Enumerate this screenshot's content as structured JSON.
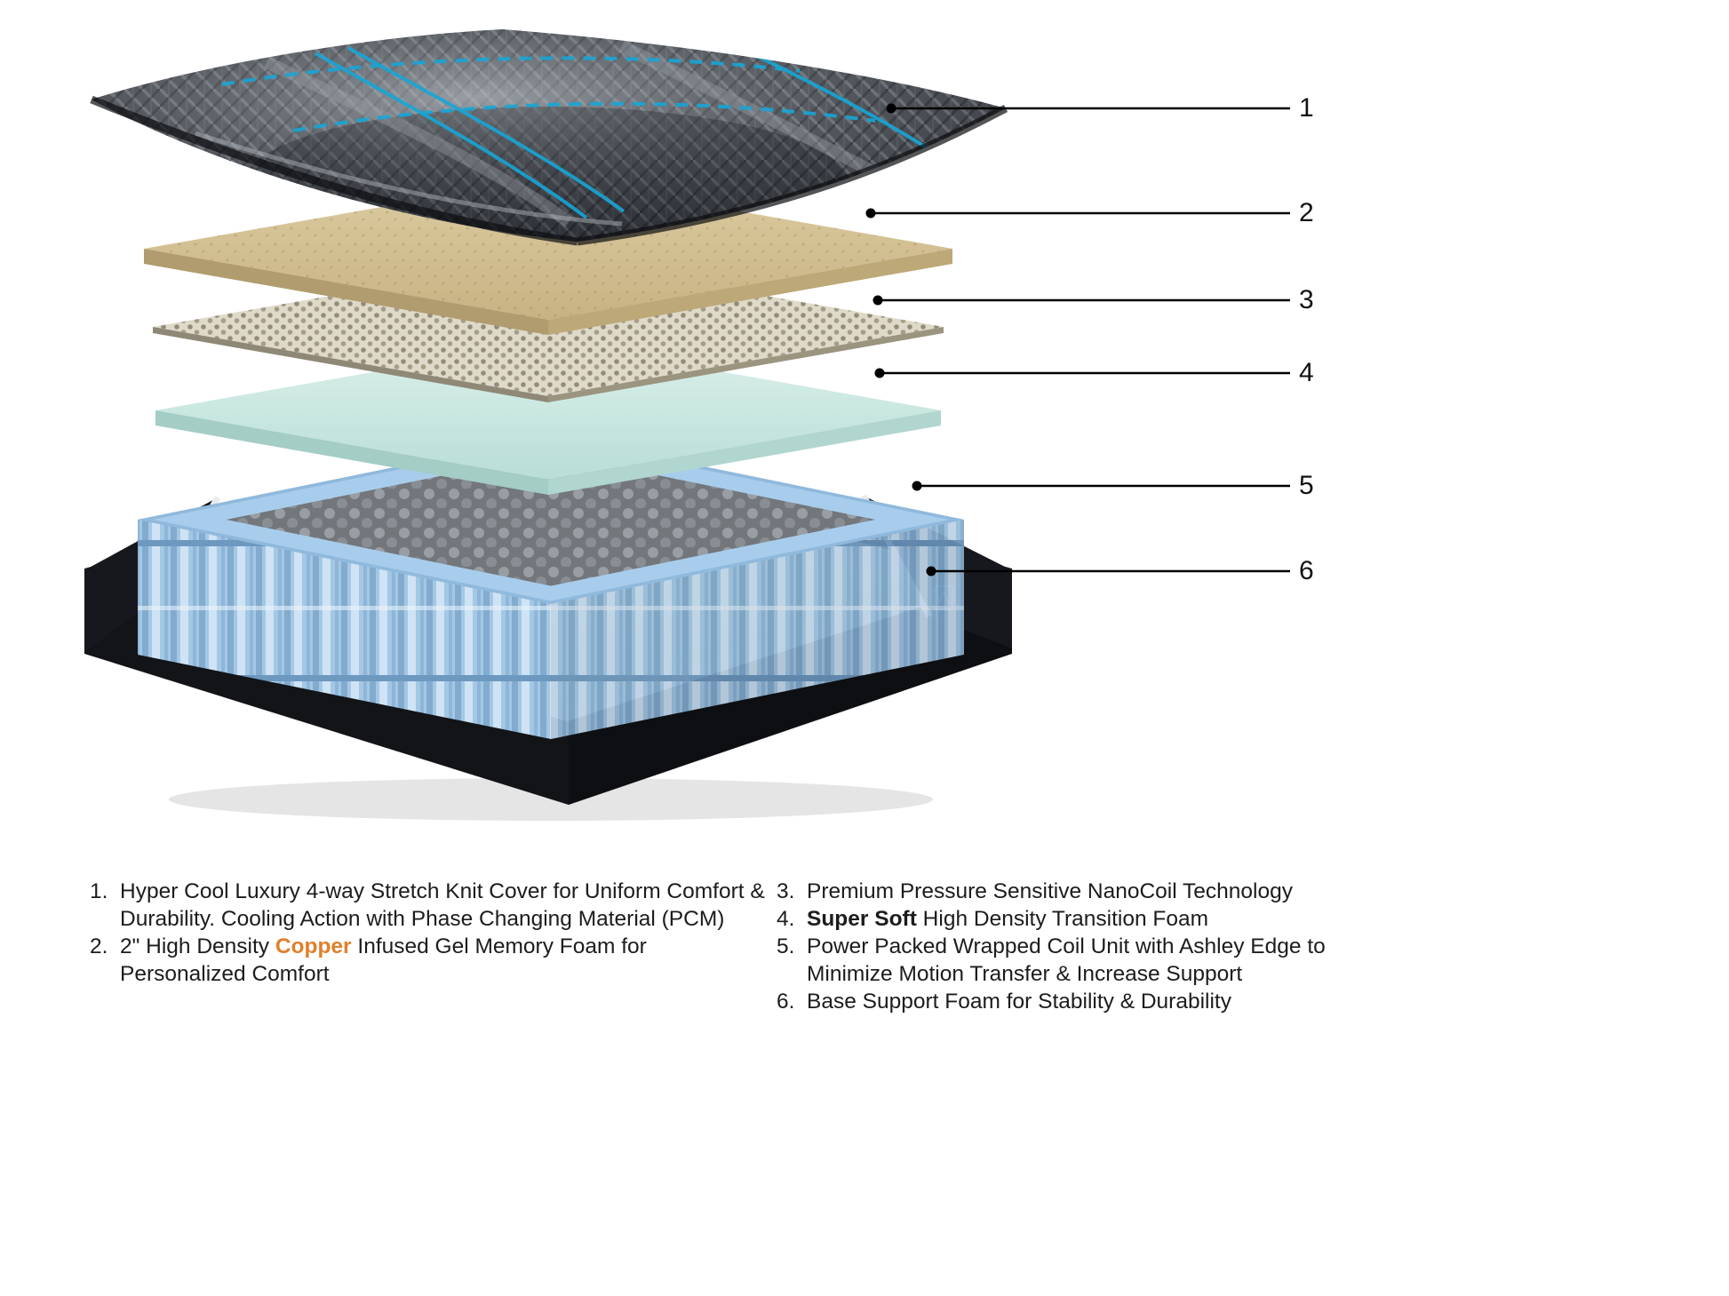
{
  "callouts": [
    {
      "num": "1"
    },
    {
      "num": "2"
    },
    {
      "num": "3"
    },
    {
      "num": "4"
    },
    {
      "num": "5"
    },
    {
      "num": "6"
    }
  ],
  "legend": {
    "left": [
      {
        "num": "1.",
        "text": "Hyper Cool Luxury 4-way Stretch Knit Cover for Uniform Comfort & Durability. Cooling Action with Phase Changing Material (PCM)"
      },
      {
        "num": "2.",
        "pre": "2\" High Density ",
        "copper": "Copper",
        "post": " Infused Gel Memory Foam for Personalized Comfort"
      }
    ],
    "right": [
      {
        "num": "3.",
        "text": "Premium Pressure Sensitive NanoCoil Technology"
      },
      {
        "num": "4.",
        "bold": "Super Soft",
        "post": " High Density Transition Foam"
      },
      {
        "num": "5.",
        "text": "Power Packed Wrapped Coil Unit with Ashley Edge to Minimize Motion Transfer & Increase Support"
      },
      {
        "num": "6.",
        "text": "Base Support Foam for Stability & Durability"
      }
    ]
  },
  "colors": {
    "callout_line": "#000000",
    "copper_text": "#e0802a",
    "cover_dark": "#43464b",
    "accent_cyan": "#18a6d6",
    "memory_foam_tan": "#d2bf93",
    "nanocoil_taupe": "#9a9381",
    "transition_foam_mint": "#cdeae3",
    "coil_blue": "#a3c8e6",
    "coil_top_gray": "#82878c",
    "base_foam_green": "#dcefdf",
    "base_black": "#17181d",
    "base_trim_white": "#e9eaec"
  }
}
